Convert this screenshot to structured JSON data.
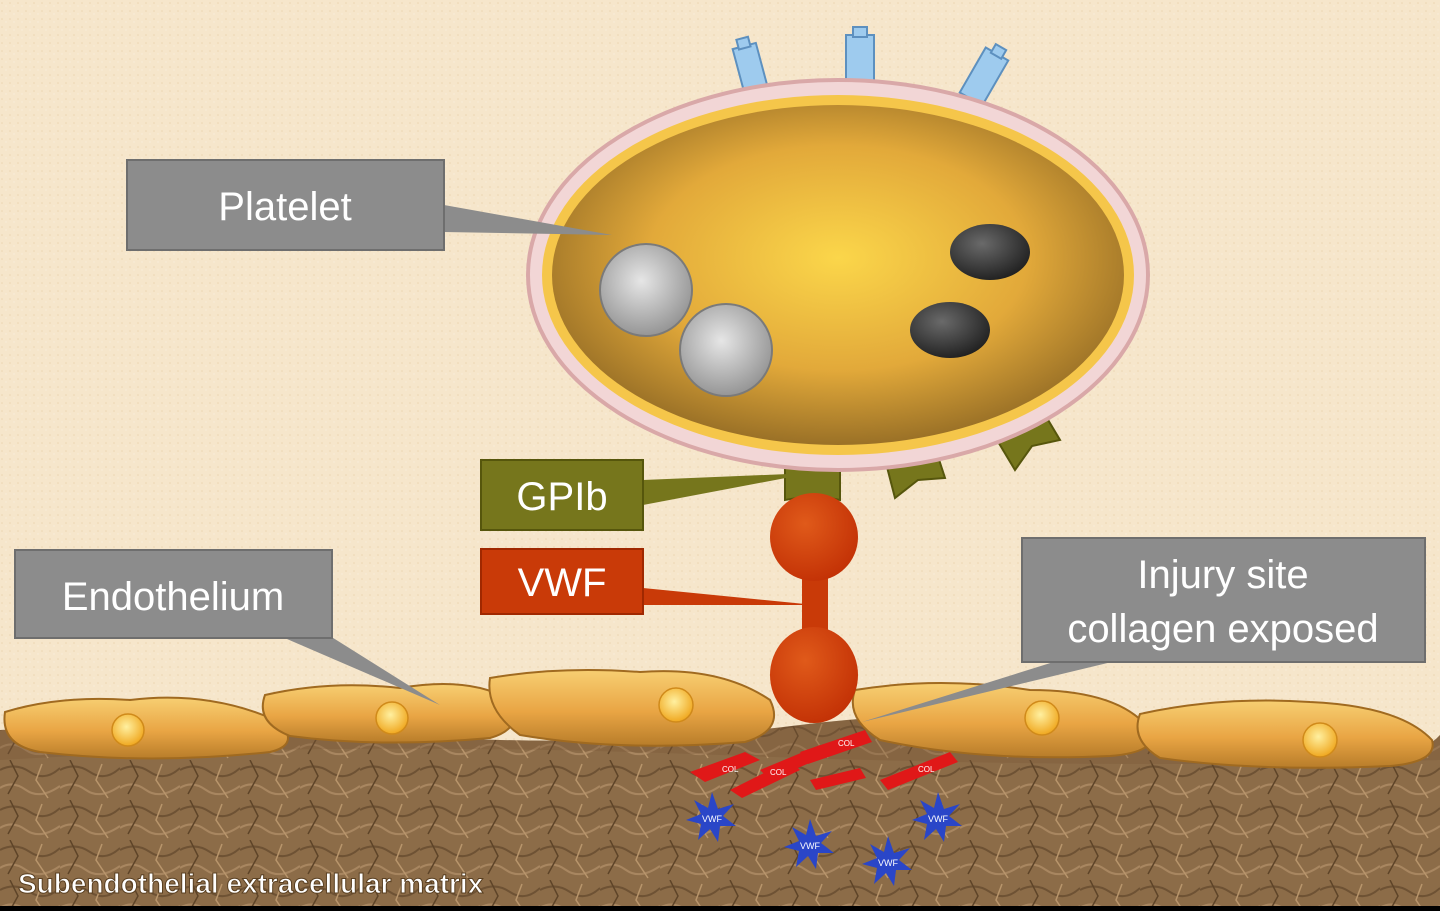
{
  "labels": {
    "platelet": "Platelet",
    "gpib": "GPIb",
    "vwf": "VWF",
    "endothelium": "Endothelium",
    "injury_line1": "Injury site",
    "injury_line2": "collagen exposed",
    "matrix": "Subendothelial extracellular matrix"
  },
  "marker_text": {
    "collagen": "COL",
    "vwf_star": "VWF"
  },
  "colors": {
    "background": "#f6e6cb",
    "callout_gray": "#8c8c8c",
    "gpib_olive": "#76761c",
    "vwf_red": "#c93a08",
    "platelet_gold": "#f2c240",
    "matrix_brown": "#8a6a47",
    "collagen_red": "#e01818",
    "vwf_star_blue": "#2a46c8",
    "receptor_blue": "#9ecbee"
  }
}
